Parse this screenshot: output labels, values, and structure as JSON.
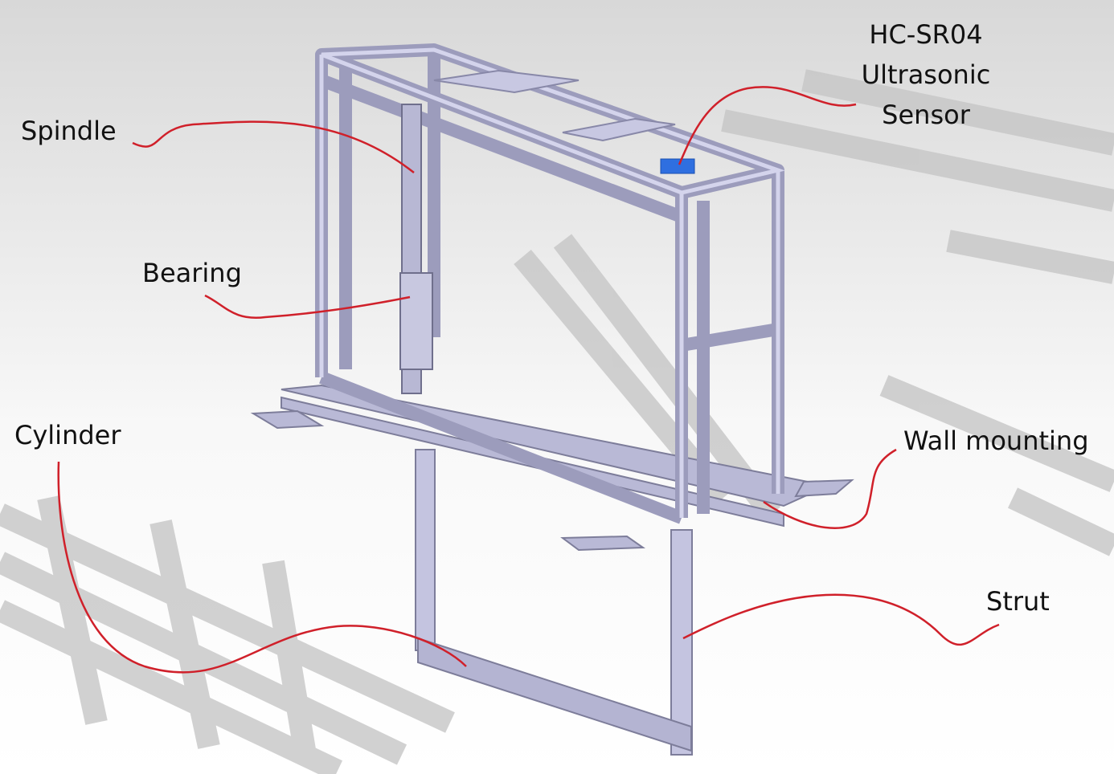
{
  "labels": {
    "spindle": "Spindle",
    "bearing": "Bearing",
    "cylinder": "Cylinder",
    "sensor_line1": "HC-SR04",
    "sensor_line2": "Ultrasonic",
    "sensor_line3": "Sensor",
    "wall_mounting": "Wall mounting",
    "strut": "Strut"
  },
  "colors": {
    "frame": "#b9b9d6",
    "frame_dark": "#7d7d9a",
    "leader": "#d0202a",
    "sensor": "#2f6fe0",
    "shadow": "#c4c4c4"
  }
}
